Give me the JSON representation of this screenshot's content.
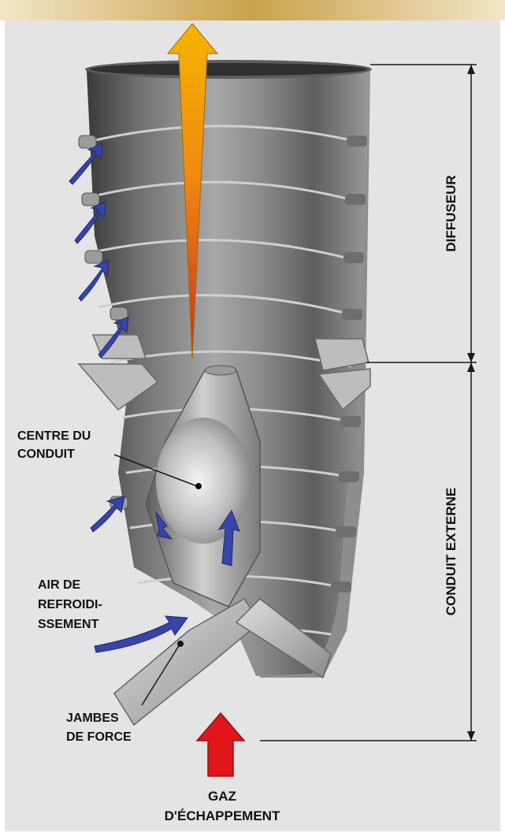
{
  "labels": {
    "diffuser": "DIFFUSEUR",
    "outer_duct": "CONDUIT EXTERNE",
    "duct_center_1": "CENTRE DU",
    "duct_center_2": "CONDUIT",
    "cooling_air_1": "AIR DE",
    "cooling_air_2": "REFROIDI-",
    "cooling_air_3": "SSEMENT",
    "struts_1": "JAMBES",
    "struts_2": "DE FORCE",
    "exhaust_gas_1": "GAZ",
    "exhaust_gas_2": "D'ÉCHAPPEMENT"
  },
  "colors": {
    "banner": "#c9a24a",
    "background": "#e4e4e4",
    "steel_dark": "#3a3a3a",
    "steel_light": "#d8d8d8",
    "exhaust_arrow": "#e0161b",
    "cooling_arrow": "#3545a8",
    "flow_arrow_top": "#f5b400",
    "flow_arrow_bottom": "#c8301c",
    "dimension_line": "#1a1a1a"
  }
}
